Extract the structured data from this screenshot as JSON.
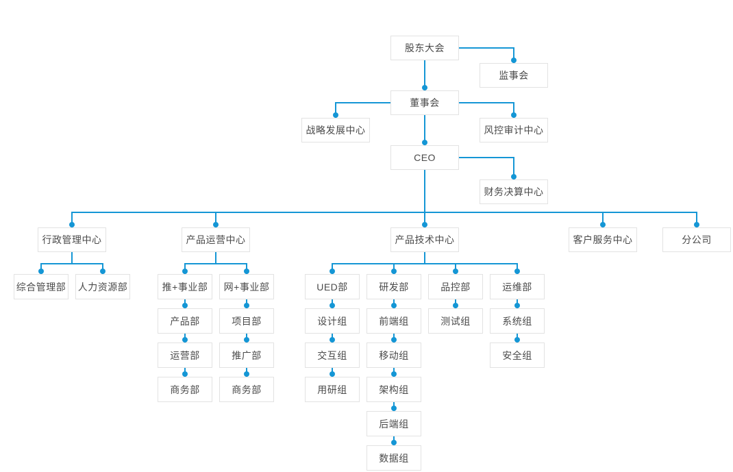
{
  "diagram": {
    "type": "org-chart",
    "colors": {
      "connector": "#1496d5",
      "junction_dot": "#1496d5",
      "node_border": "#e2e2e2",
      "node_background": "#ffffff",
      "node_text": "#4a4a4a",
      "canvas_background": "#ffffff"
    },
    "nodes": {
      "gdh": {
        "label": "股东大会",
        "parent": null
      },
      "jsh": {
        "label": "监事会",
        "parent": "gdh"
      },
      "dsh": {
        "label": "董事会",
        "parent": "gdh"
      },
      "zlfz": {
        "label": "战略发展中心",
        "parent": "dsh"
      },
      "fksj": {
        "label": "风控审计中心",
        "parent": "dsh"
      },
      "ceo": {
        "label": "CEO",
        "parent": "dsh"
      },
      "cwjs": {
        "label": "财务决算中心",
        "parent": "ceo"
      },
      "xzgl": {
        "label": "行政管理中心",
        "parent": "ceo"
      },
      "cpyy": {
        "label": "产品运营中心",
        "parent": "ceo"
      },
      "cpjs": {
        "label": "产品技术中心",
        "parent": "ceo"
      },
      "khfw": {
        "label": "客户服务中心",
        "parent": "ceo"
      },
      "fgs": {
        "label": "分公司",
        "parent": "ceo"
      },
      "zhglb": {
        "label": "综合管理部",
        "parent": "xzgl"
      },
      "rlzyb": {
        "label": "人力资源部",
        "parent": "xzgl"
      },
      "tsyb": {
        "label": "推+事业部",
        "parent": "cpyy"
      },
      "wsyb": {
        "label": "网+事业部",
        "parent": "cpyy"
      },
      "cpb": {
        "label": "产品部",
        "parent": "tsyb"
      },
      "yyb": {
        "label": "运营部",
        "parent": "cpb"
      },
      "swb1": {
        "label": "商务部",
        "parent": "yyb"
      },
      "xmb": {
        "label": "项目部",
        "parent": "wsyb"
      },
      "tgb": {
        "label": "推广部",
        "parent": "xmb"
      },
      "swb2": {
        "label": "商务部",
        "parent": "tgb"
      },
      "uedb": {
        "label": "UED部",
        "parent": "cpjs"
      },
      "sjz": {
        "label": "设计组",
        "parent": "uedb"
      },
      "jhz": {
        "label": "交互组",
        "parent": "sjz"
      },
      "yyz": {
        "label": "用研组",
        "parent": "jhz"
      },
      "yfb": {
        "label": "研发部",
        "parent": "cpjs"
      },
      "qdz": {
        "label": "前端组",
        "parent": "yfb"
      },
      "ydz": {
        "label": "移动组",
        "parent": "qdz"
      },
      "jgz": {
        "label": "架构组",
        "parent": "ydz"
      },
      "hdz": {
        "label": "后端组",
        "parent": "jgz"
      },
      "sjuz": {
        "label": "数据组",
        "parent": "hdz"
      },
      "pkb": {
        "label": "品控部",
        "parent": "cpjs"
      },
      "csz": {
        "label": "测试组",
        "parent": "pkb"
      },
      "ywb": {
        "label": "运维部",
        "parent": "cpjs"
      },
      "xtz": {
        "label": "系统组",
        "parent": "ywb"
      },
      "aqz": {
        "label": "安全组",
        "parent": "xtz"
      }
    }
  }
}
